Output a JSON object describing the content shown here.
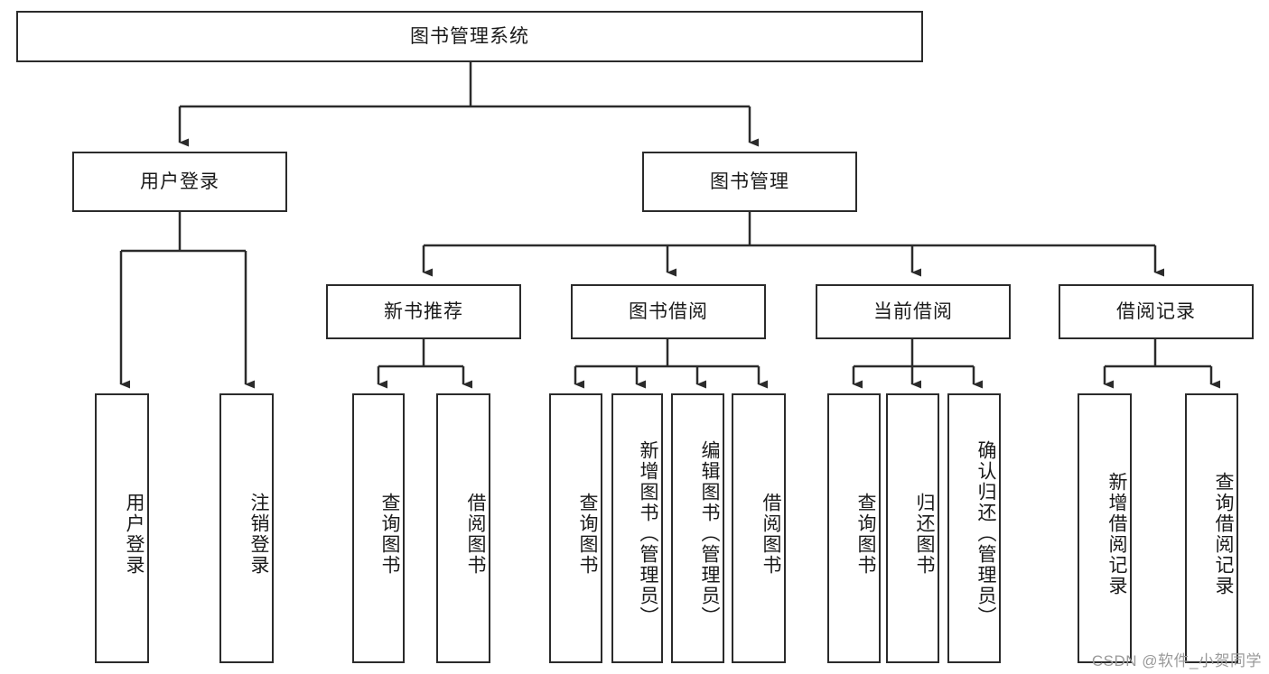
{
  "diagram": {
    "title": "图书管理系统",
    "stroke_color": "#2b2b2b",
    "background_color": "#ffffff",
    "text_color": "#1a1a1a",
    "levels": {
      "root": {
        "label": "图书管理系统"
      },
      "level2": [
        {
          "label": "用户登录"
        },
        {
          "label": "图书管理"
        }
      ],
      "level3": [
        {
          "label": "新书推荐"
        },
        {
          "label": "图书借阅"
        },
        {
          "label": "当前借阅"
        },
        {
          "label": "借阅记录"
        }
      ],
      "leaves": [
        {
          "label": "用户登录",
          "parent": "用户登录"
        },
        {
          "label": "注销登录",
          "parent": "用户登录"
        },
        {
          "label": "查询图书",
          "parent": "新书推荐"
        },
        {
          "label": "借阅图书",
          "parent": "新书推荐"
        },
        {
          "label": "查询图书",
          "parent": "图书借阅"
        },
        {
          "label": "新增图书（管理员）",
          "parent": "图书借阅"
        },
        {
          "label": "编辑图书（管理员）",
          "parent": "图书借阅"
        },
        {
          "label": "借阅图书",
          "parent": "图书借阅"
        },
        {
          "label": "查询图书",
          "parent": "当前借阅"
        },
        {
          "label": "归还图书",
          "parent": "当前借阅"
        },
        {
          "label": "确认归还（管理员）",
          "parent": "当前借阅"
        },
        {
          "label": "新增借阅记录",
          "parent": "借阅记录"
        },
        {
          "label": "查询借阅记录",
          "parent": "借阅记录"
        }
      ]
    },
    "watermark": "CSDN @软件_小贺同学"
  }
}
